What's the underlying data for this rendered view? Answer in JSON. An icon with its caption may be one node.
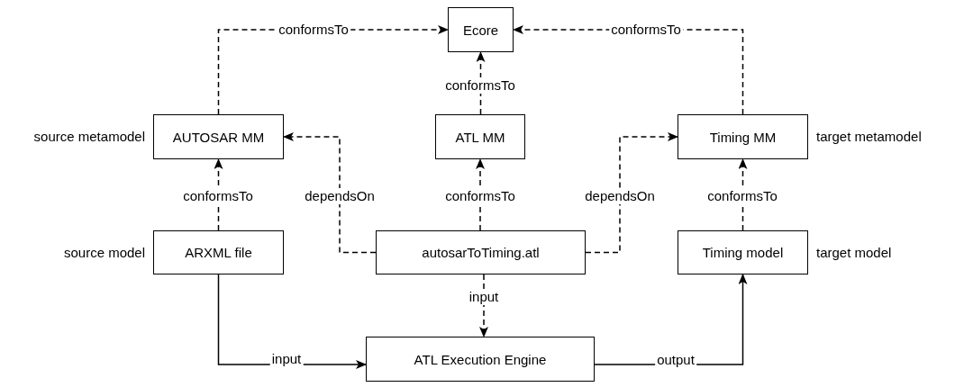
{
  "diagram": {
    "nodes": [
      {
        "text": [
          "Ecore"
        ]
      },
      {
        "text": [
          "AUTOSAR MM"
        ],
        "beside": [
          "source metamodel"
        ]
      },
      {
        "text": [
          "ATL MM"
        ]
      },
      {
        "text": [
          "Timing MM"
        ],
        "beside": [
          "target metamodel"
        ]
      },
      {
        "text": [
          "ARXML file"
        ],
        "beside": [
          "source model"
        ]
      },
      {
        "text": [
          "autosarToTiming.atl"
        ]
      },
      {
        "text": [
          "Timing model"
        ],
        "beside": [
          "target model"
        ]
      },
      {
        "text": [
          "ATL Execution Engine"
        ]
      }
    ],
    "edges": [
      {
        "from": 1,
        "to": 0,
        "arrow": "to",
        "label": "conformsTo",
        "style": "dashed"
      },
      {
        "from": 2,
        "to": 0,
        "arrow": "to",
        "label": "conformsTo",
        "style": "dashed"
      },
      {
        "from": 3,
        "to": 0,
        "arrow": "to",
        "label": "conformsTo",
        "style": "dashed"
      },
      {
        "from": 4,
        "to": 1,
        "arrow": "to",
        "label": "conformsTo",
        "style": "dashed"
      },
      {
        "from": 5,
        "to": 1,
        "arrow": "to",
        "label": "dependsOn",
        "style": "dashed"
      },
      {
        "from": 5,
        "to": 2,
        "arrow": "to",
        "label": "conformsTo",
        "style": "dashed"
      },
      {
        "from": 5,
        "to": 3,
        "arrow": "to",
        "label": "dependsOn",
        "style": "dashed"
      },
      {
        "from": 6,
        "to": 3,
        "arrow": "to",
        "label": "conformsTo",
        "style": "dashed"
      },
      {
        "from": 5,
        "to": 7,
        "arrow": "to",
        "label": "input",
        "style": "dashed"
      },
      {
        "from": 4,
        "to": 7,
        "arrow": "to",
        "label": "input"
      },
      {
        "from": 7,
        "to": 6,
        "arrow": "to",
        "label": "output"
      }
    ]
  }
}
